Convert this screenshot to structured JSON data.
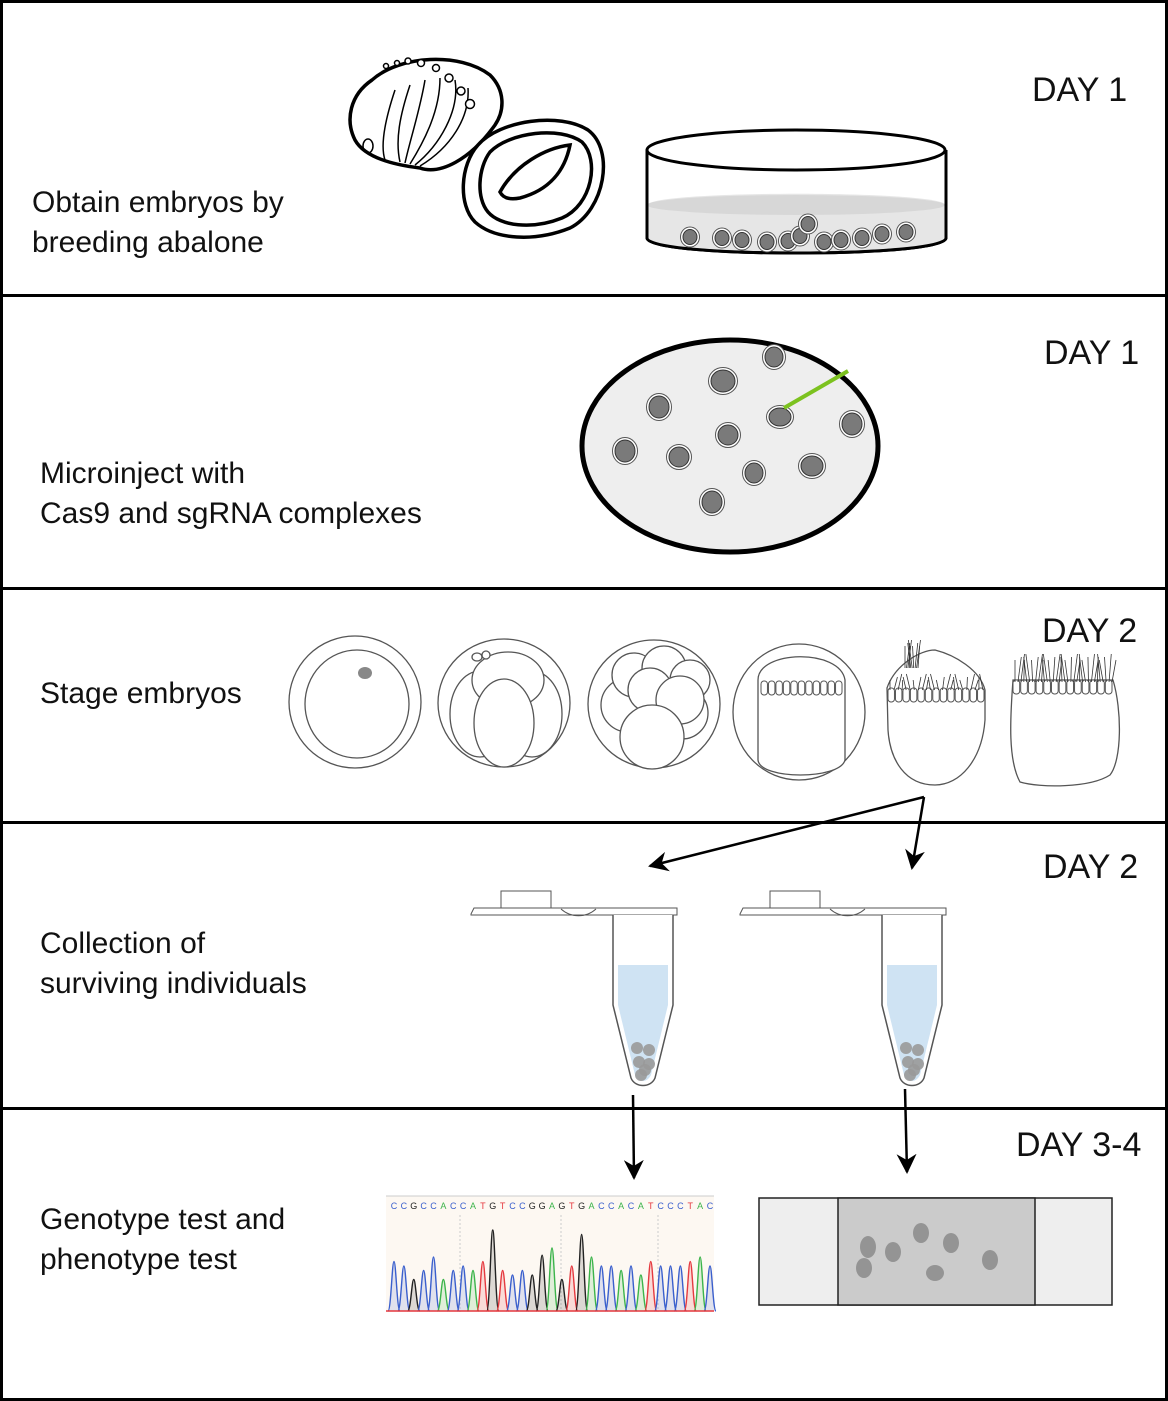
{
  "figure": {
    "steps": [
      {
        "day": "DAY 1",
        "label_lines": [
          "Obtain embryos by",
          "breeding abalone"
        ],
        "illustration": "abalone-shells-and-petri-dish"
      },
      {
        "day": "DAY 1",
        "label_lines": [
          "Microinject with",
          "Cas9 and sgRNA complexes"
        ],
        "illustration": "embryo-dish-with-injection-needle"
      },
      {
        "day": "DAY 2",
        "label_lines": [
          "Stage embryos"
        ],
        "illustration": "embryo-developmental-stages"
      },
      {
        "day": "DAY 2",
        "label_lines": [
          "Collection of",
          "surviving individuals"
        ],
        "illustration": "two-microcentrifuge-tubes"
      },
      {
        "day": "DAY 3-4",
        "label_lines": [
          "Genotype test and",
          "phenotype test"
        ],
        "illustration": "sequencing-chromatogram-and-microscope-slide"
      }
    ],
    "chromatogram": {
      "sequence": [
        "C",
        "C",
        "G",
        "C",
        "C",
        "A",
        "C",
        "C",
        "A",
        "T",
        "G",
        "T",
        "C",
        "C",
        "G",
        "G",
        "A",
        "G",
        "T",
        "G",
        "A",
        "C",
        "C",
        "A",
        "C",
        "A",
        "T",
        "C",
        "C",
        "C",
        "T",
        "A",
        "C"
      ],
      "base_colors": {
        "A": "#3cb44b",
        "C": "#3a5fcd",
        "G": "#222222",
        "T": "#e5393f"
      }
    },
    "colors": {
      "needle": "#7cc21f",
      "embryo_fill": "#7a7a7a",
      "dish_fill": "#eeeeee",
      "tube_liquid": "#cfe3f3",
      "slide_center": "#cbcbcb",
      "slide_side": "#eeeeee"
    }
  }
}
